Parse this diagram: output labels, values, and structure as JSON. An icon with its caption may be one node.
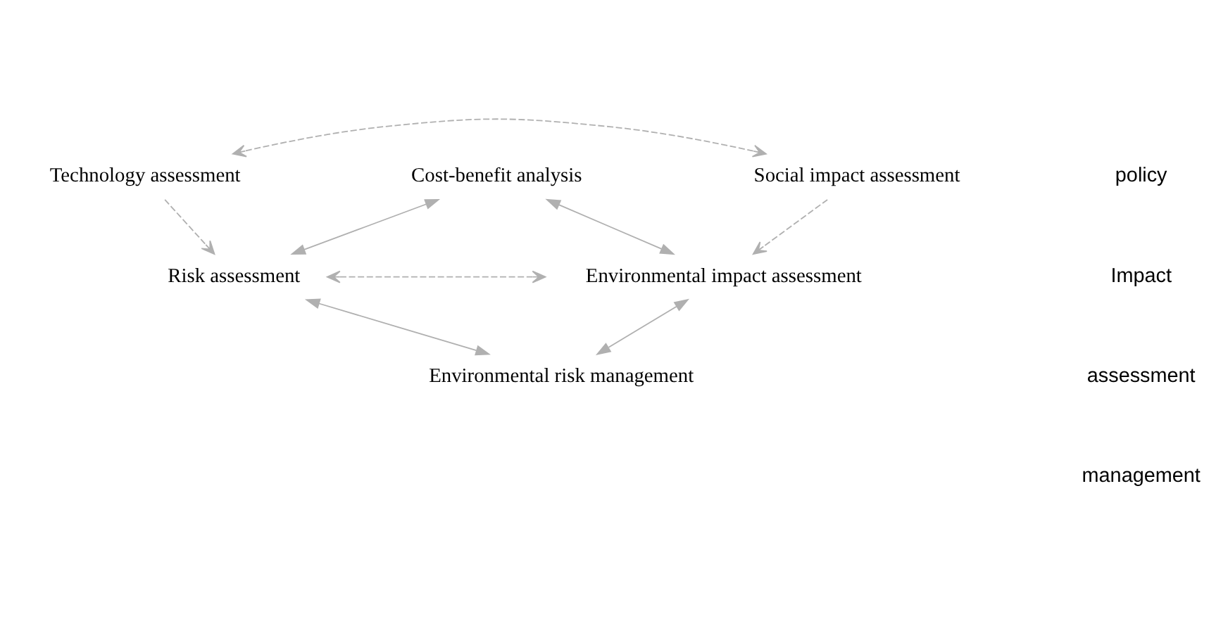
{
  "diagram": {
    "nodes": [
      {
        "text": [
          "Technology assessment"
        ]
      },
      {
        "text": [
          "Social impact assessment"
        ]
      },
      {
        "text": [
          "Cost-benefit analysis"
        ]
      },
      {
        "text": [
          "Risk assessment"
        ]
      },
      {
        "text": [
          "Environmental impact assessment"
        ]
      },
      {
        "text": [
          "Environmental risk management"
        ]
      }
    ],
    "edges": [
      {
        "from": 0,
        "to": 1,
        "arrow": "both",
        "style": "dashed"
      },
      {
        "from": 0,
        "to": 3,
        "arrow": "to",
        "style": "dashed"
      },
      {
        "from": 1,
        "to": 4,
        "arrow": "to",
        "style": "dashed"
      },
      {
        "from": 2,
        "to": 3,
        "arrow": "both"
      },
      {
        "from": 2,
        "to": 4,
        "arrow": "both"
      },
      {
        "from": 3,
        "to": 4,
        "arrow": "both",
        "style": "dashed"
      },
      {
        "from": 3,
        "to": 5,
        "arrow": "both"
      },
      {
        "from": 4,
        "to": 5,
        "arrow": "both"
      }
    ],
    "labels": [
      "policy",
      "Impact",
      "assessment",
      "management"
    ]
  }
}
